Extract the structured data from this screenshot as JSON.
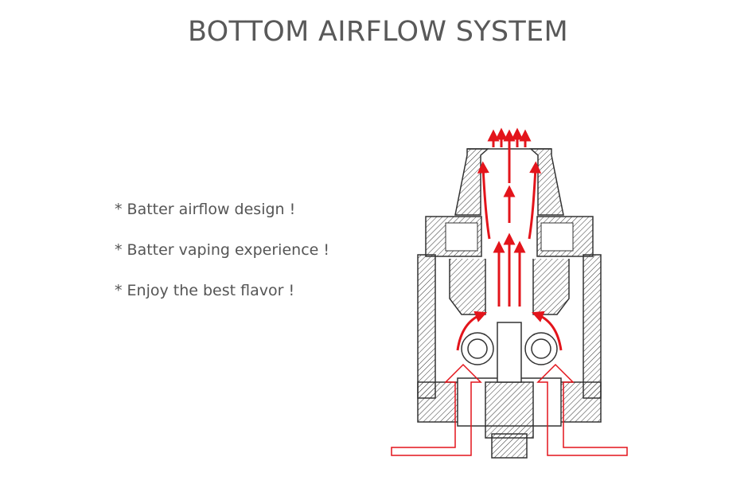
{
  "header": {
    "title": "BOTTOM AIRFLOW SYSTEM"
  },
  "features": [
    "* Batter airflow design !",
    "* Batter vaping experience !",
    "* Enjoy the best flavor !"
  ],
  "colors": {
    "airflow": "#e3141b",
    "outline": "#333333",
    "text": "#555555"
  }
}
